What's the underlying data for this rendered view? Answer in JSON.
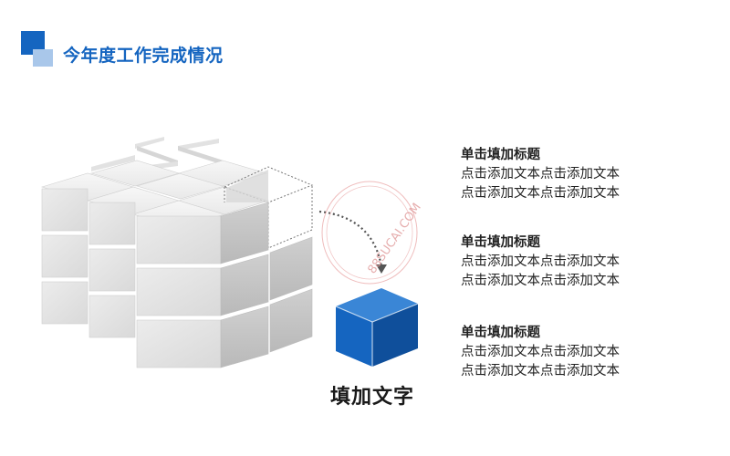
{
  "header": {
    "title": "今年度工作完成情况"
  },
  "graphic": {
    "caption": "填加文字"
  },
  "watermark": {
    "text": "88SUCAI.COM"
  },
  "blocks": [
    {
      "title": "单击填加标题",
      "lines": [
        "点击添加文本点击添加文本",
        "点击添加文本点击添加文本"
      ]
    },
    {
      "title": "单击填加标题",
      "lines": [
        "点击添加文本点击添加文本",
        "点击添加文本点击添加文本"
      ]
    },
    {
      "title": "单击填加标题",
      "lines": [
        "点击添加文本点击添加文本",
        "点击添加文本点击添加文本"
      ]
    }
  ],
  "colors": {
    "accent": "#1565c0",
    "accent_light": "#a9c7ea",
    "cube_face_front": "#e6e6e6",
    "cube_face_top": "#f3f3f3",
    "cube_face_side": "#c9c9c9",
    "blue_cube_front": "#1565c0",
    "blue_cube_top": "#3a86d6",
    "blue_cube_side": "#0f4f9b"
  }
}
